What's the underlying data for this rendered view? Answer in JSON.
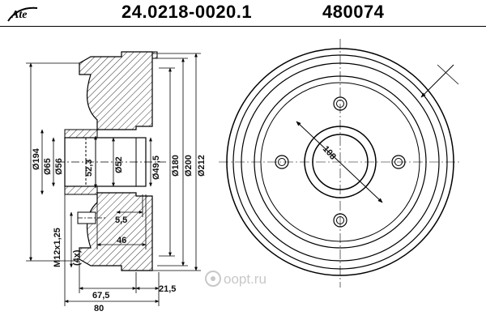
{
  "header": {
    "part_number": "24.0218-0020.1",
    "alt_number": "480074",
    "logo_text": "Ate"
  },
  "dimensions": {
    "d194": "Ø194",
    "d65": "Ø65",
    "d56": "Ø56",
    "d52": "Ø52",
    "d49_5": "Ø49,5",
    "d180": "Ø180",
    "d200": "Ø200",
    "d212": "Ø212",
    "h52_3": "52,3",
    "w5_5": "5,5",
    "w46": "46",
    "thread": "M12x1,25",
    "qty": "(4x)",
    "w67_5": "67,5",
    "w21_5": "21,5",
    "w80": "80",
    "pcd": "108"
  },
  "watermark": {
    "text": "oopt.ru",
    "domain_suffix": ".ru"
  }
}
